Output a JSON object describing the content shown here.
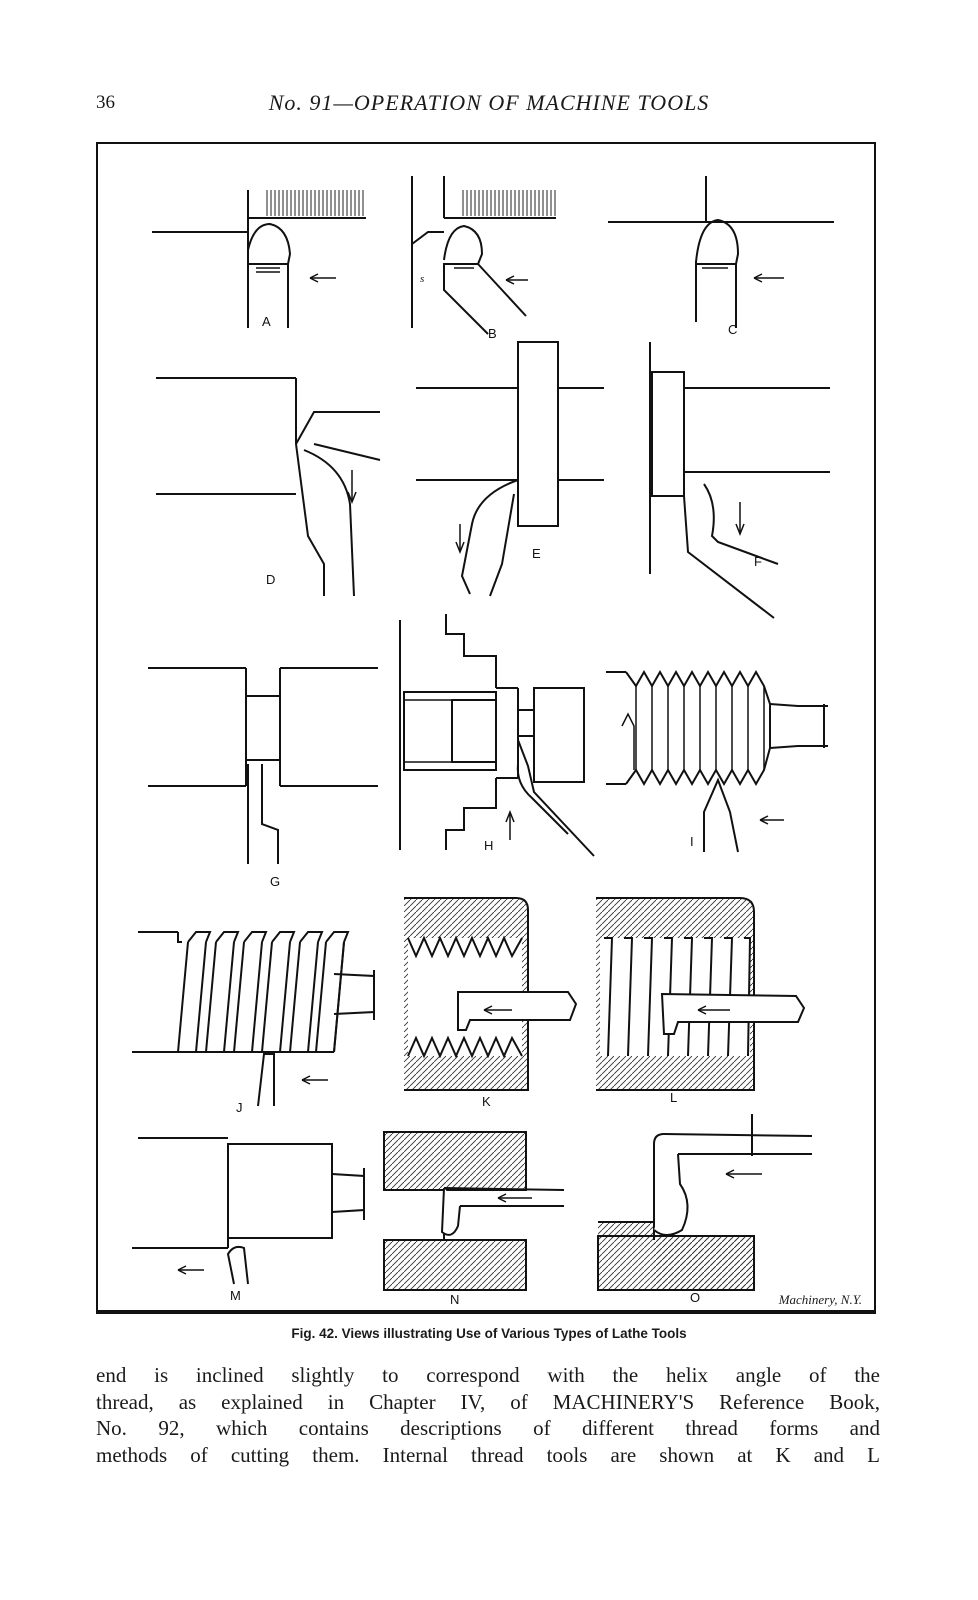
{
  "header": {
    "page_number": "36",
    "running_title": "No. 91—OPERATION OF MACHINE TOOLS"
  },
  "figure": {
    "labels": [
      "A",
      "B",
      "C",
      "D",
      "E",
      "F",
      "G",
      "H",
      "I",
      "J",
      "K",
      "L",
      "M",
      "N",
      "O"
    ],
    "small_label": "s",
    "credit": "Machinery, N.Y.",
    "caption": "Fig. 42.  Views illustrating Use of Various Types of Lathe Tools"
  },
  "body": {
    "lines": [
      "end is inclined slightly to correspond with the helix angle of the",
      "thread, as explained in Chapter IV, of MACHINERY'S Reference Book,",
      "No. 92, which contains descriptions of different thread forms and",
      "methods of cutting them. Internal thread tools are shown at K and L"
    ]
  }
}
